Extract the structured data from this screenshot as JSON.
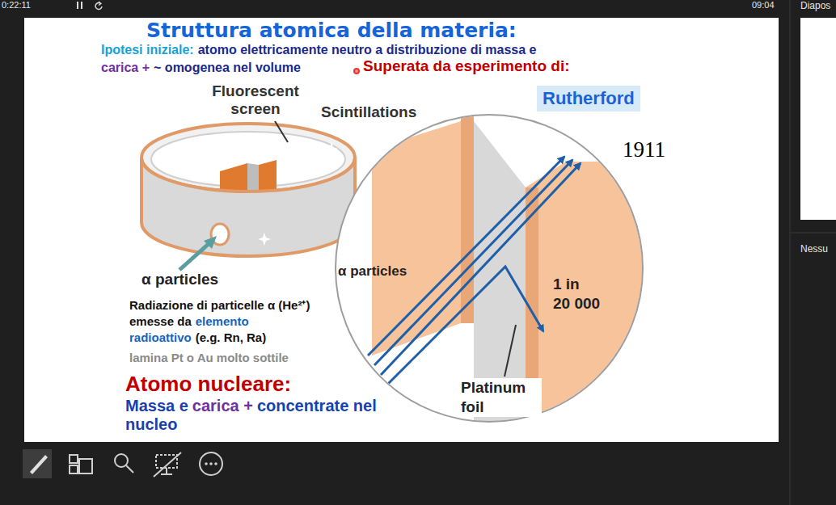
{
  "diagram": {
    "title": "Struttura atomica della materia:",
    "nodes": [
      {
        "text": [
          "Rutherford"
        ]
      }
    ],
    "labels": [
      "0:22:11",
      "09:04",
      "Diapos",
      "Ipotesi iniziale:",
      "atomo elettricamente neutro a distribuzione di massa e",
      "carica +",
      "~ omogenea nel volume",
      "Superata  da esperimento di:",
      "Fluorescent screen",
      "Scintillations",
      "1911",
      "Nessu",
      "α particles",
      "α particles",
      "1 in",
      "20 000",
      "Radiazione di particelle α (He²⁺) emesse da",
      "elemento radioattivo",
      "(e.g.  Rn, Ra)",
      "lamina Pt o Au molto sottile",
      "Platinum foil",
      "Atomo nucleare:",
      "Massa e",
      "carica +",
      "concentrate nel nucleo"
    ]
  }
}
